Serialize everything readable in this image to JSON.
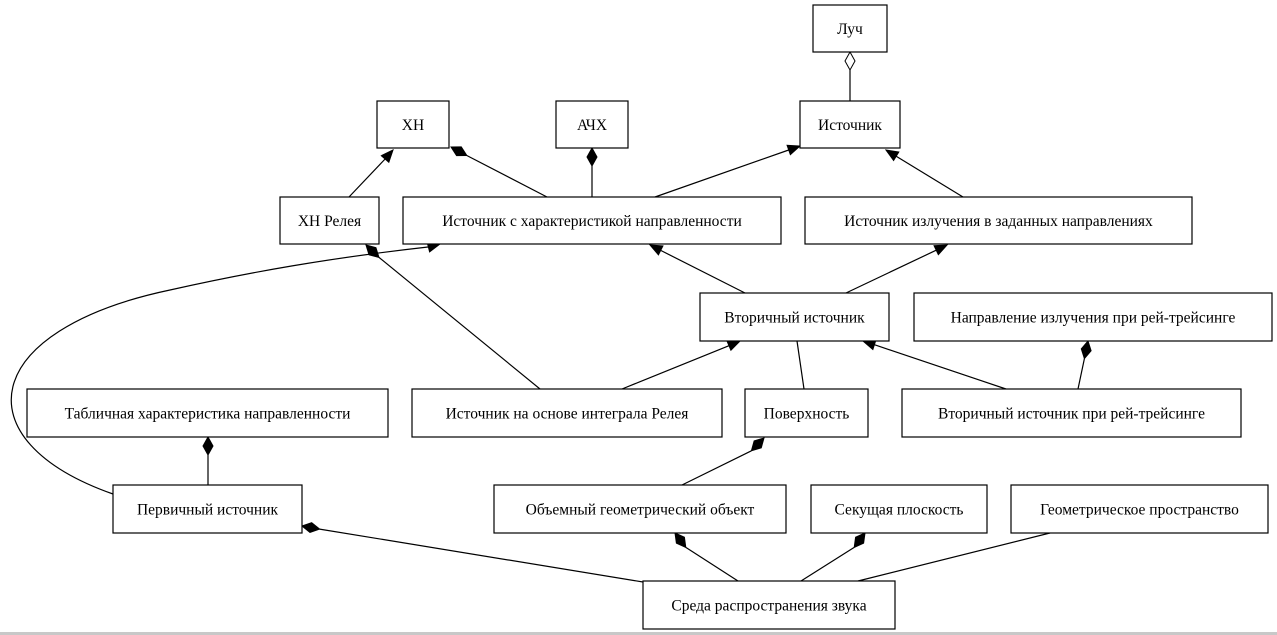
{
  "diagram": {
    "type": "uml-class-diagram",
    "nodes": [
      {
        "id": "luch",
        "label": "Луч"
      },
      {
        "id": "hn",
        "label": "ХН"
      },
      {
        "id": "achh",
        "label": "АЧХ"
      },
      {
        "id": "istochnik",
        "label": "Источник"
      },
      {
        "id": "hn_releya",
        "label": "ХН Релея"
      },
      {
        "id": "ist_s_har",
        "label": "Источник с характеристикой направленности"
      },
      {
        "id": "ist_izl",
        "label": "Источник излучения в заданных направлениях"
      },
      {
        "id": "vtor_ist",
        "label": "Вторичный источник"
      },
      {
        "id": "napr_izl",
        "label": "Направление излучения при рей-трейсинге"
      },
      {
        "id": "tabl_har",
        "label": "Табличная характеристика направленности"
      },
      {
        "id": "ist_integral",
        "label": "Источник на основе интеграла Релея"
      },
      {
        "id": "poverhnost",
        "label": "Поверхность"
      },
      {
        "id": "vtor_ist_rt",
        "label": "Вторичный источник при рей-трейсинге"
      },
      {
        "id": "perv_ist",
        "label": "Первичный источник"
      },
      {
        "id": "obem_obj",
        "label": "Объемный геометрический объект"
      },
      {
        "id": "sek_plosk",
        "label": "Секущая плоскость"
      },
      {
        "id": "geom_prostr",
        "label": "Геометрическое пространство"
      },
      {
        "id": "sreda",
        "label": "Среда распространения звука"
      }
    ],
    "edges": [
      {
        "from": "istochnik",
        "to": "luch",
        "kind": "aggregation"
      },
      {
        "from": "hn_releya",
        "to": "hn",
        "kind": "generalization"
      },
      {
        "from": "ist_s_har",
        "to": "hn",
        "kind": "composition"
      },
      {
        "from": "ist_s_har",
        "to": "achh",
        "kind": "composition"
      },
      {
        "from": "ist_s_har",
        "to": "istochnik",
        "kind": "generalization"
      },
      {
        "from": "ist_izl",
        "to": "istochnik",
        "kind": "generalization"
      },
      {
        "from": "vtor_ist",
        "to": "ist_s_har",
        "kind": "generalization"
      },
      {
        "from": "vtor_ist",
        "to": "ist_izl",
        "kind": "generalization"
      },
      {
        "from": "ist_integral",
        "to": "hn_releya",
        "kind": "composition"
      },
      {
        "from": "ist_integral",
        "to": "vtor_ist",
        "kind": "generalization"
      },
      {
        "from": "poverhnost",
        "to": "vtor_ist",
        "kind": "association"
      },
      {
        "from": "vtor_ist_rt",
        "to": "vtor_ist",
        "kind": "generalization"
      },
      {
        "from": "vtor_ist_rt",
        "to": "napr_izl",
        "kind": "composition"
      },
      {
        "from": "perv_ist",
        "to": "tabl_har",
        "kind": "composition"
      },
      {
        "from": "perv_ist",
        "to": "ist_s_har",
        "kind": "generalization"
      },
      {
        "from": "obem_obj",
        "to": "poverhnost",
        "kind": "composition"
      },
      {
        "from": "sreda",
        "to": "perv_ist",
        "kind": "composition"
      },
      {
        "from": "sreda",
        "to": "obem_obj",
        "kind": "composition"
      },
      {
        "from": "sreda",
        "to": "sek_plosk",
        "kind": "composition"
      },
      {
        "from": "sreda",
        "to": "geom_prostr",
        "kind": "association"
      }
    ]
  }
}
